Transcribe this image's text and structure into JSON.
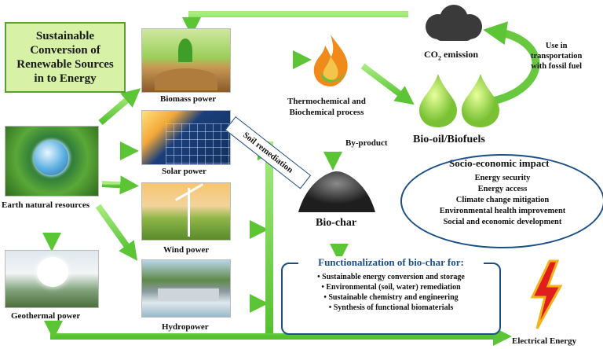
{
  "title": "Sustainable\nConversion of\nRenewable Sources\nin to Energy",
  "nodes": {
    "earth": "Earth natural resources",
    "biomass": "Biomass power",
    "solar": "Solar power",
    "wind": "Wind power",
    "hydro": "Hydropower",
    "geothermal": "Geothermal power",
    "process": "Thermochemical and\nBiochemical process",
    "biooil": "Bio-oil/Biofuels",
    "biochar": "Bio-char",
    "electrical": "Electrical Energy",
    "co2_prefix": "CO",
    "co2_sub": "2",
    "co2_suffix": " emission"
  },
  "edge_labels": {
    "soil": "Soil remediation",
    "byproduct": "By-product",
    "transport": "Use in\ntransportation\nwith fossil fuel"
  },
  "socio": {
    "title": "Socio-economic impact",
    "items": [
      "Energy security",
      "Energy access",
      "Climate change mitigation",
      "Environmental  health improvement",
      "Social and economic development"
    ]
  },
  "functionalization": {
    "title": "Functionalization of bio-char for:",
    "items": [
      "Sustainable energy conversion and storage",
      "Environmental  (soil, water) remediation",
      "Sustainable chemistry and engineering",
      "Synthesis of functional biomaterials"
    ]
  },
  "colors": {
    "arrow": "#7ed957",
    "arrow_dark": "#4caf2a",
    "box_border": "#1c4e86",
    "title_bg": "#d7f1a7"
  }
}
